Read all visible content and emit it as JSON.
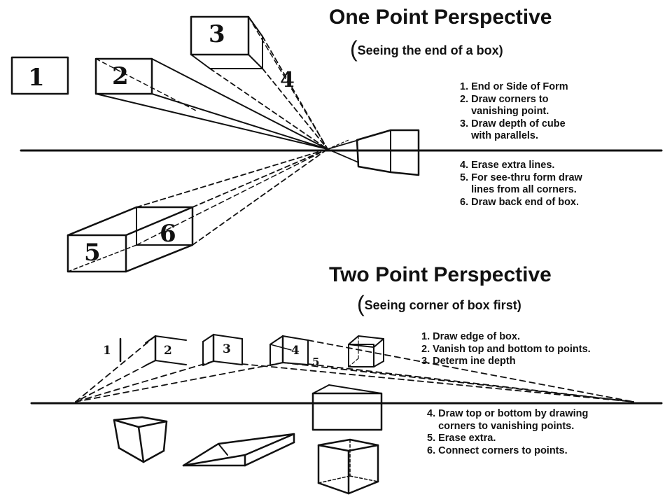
{
  "one_point": {
    "title": "One Point Perspective",
    "paren": "(",
    "subtitle": "Seeing the end of a box)",
    "steps_a": [
      "1. End or Side of Form",
      "2. Draw corners to",
      "    vanishing point.",
      "3. Draw depth of cube",
      "    with parallels."
    ],
    "steps_b": [
      "4. Erase extra lines.",
      "5. For see-thru form draw",
      "    lines from all corners.",
      "6. Draw back end of box."
    ],
    "labels": [
      "1",
      "2",
      "3",
      "4",
      "5",
      "6"
    ]
  },
  "two_point": {
    "title": "Two Point Perspective",
    "paren": "(",
    "subtitle": "Seeing corner of box first)",
    "steps_a": [
      "1. Draw edge of box.",
      "2. Vanish top and bottom to points.",
      "3. Determ ine depth"
    ],
    "steps_b": [
      "4. Draw top or bottom by drawing",
      "    corners to vanishing points.",
      "5. Erase extra.",
      "6. Connect corners to points."
    ],
    "labels": [
      "1",
      "2",
      "3",
      "4",
      "5"
    ]
  }
}
